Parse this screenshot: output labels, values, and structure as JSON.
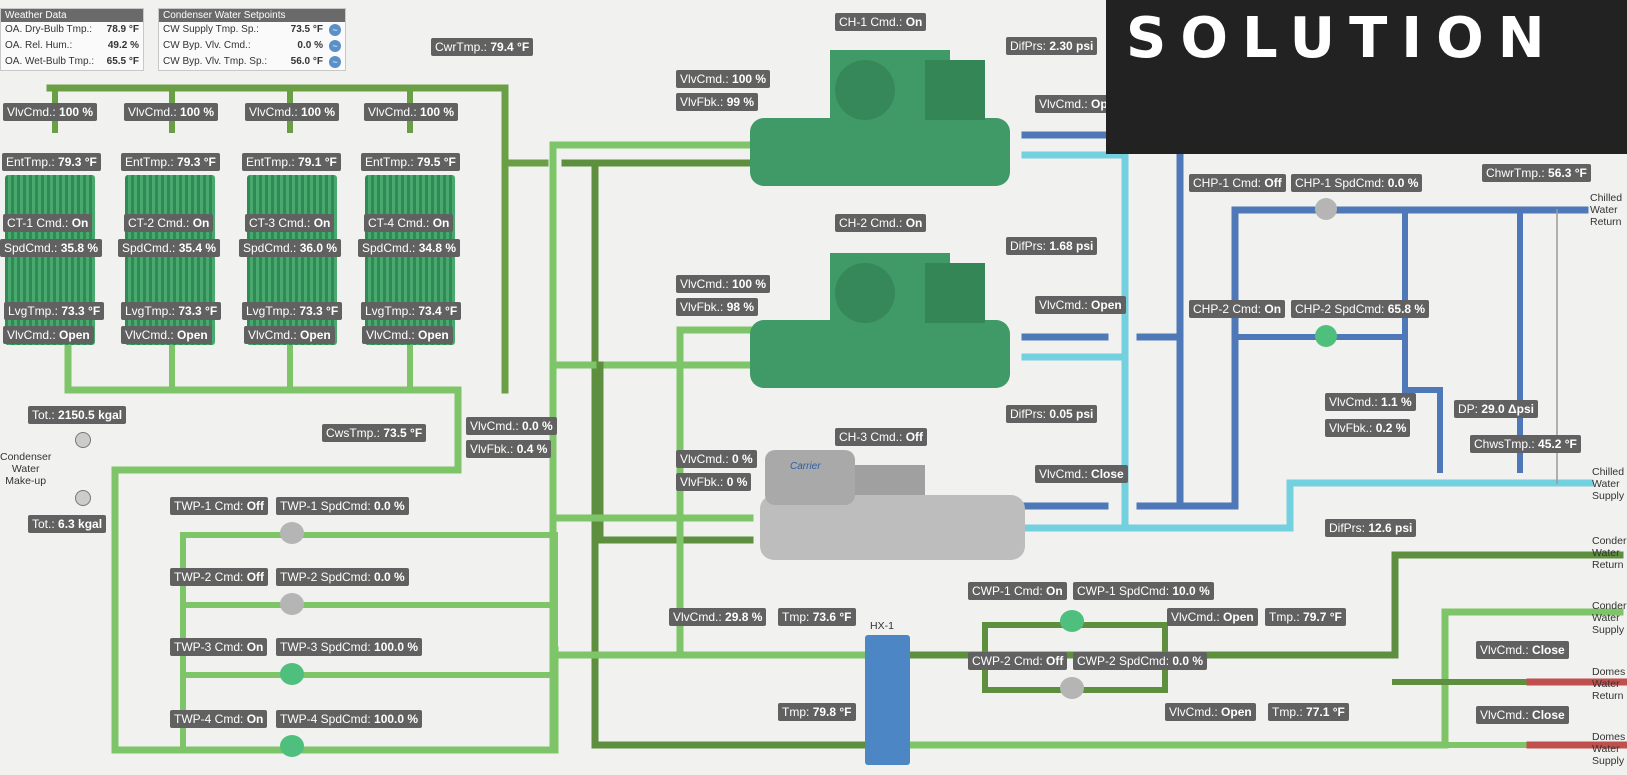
{
  "weather": {
    "header": "Weather Data",
    "rows": [
      {
        "label": "OA. Dry-Bulb Tmp.:",
        "value": "78.9 °F"
      },
      {
        "label": "OA. Rel. Hum.:",
        "value": "49.2 %"
      },
      {
        "label": "OA. Wet-Bulb Tmp.:",
        "value": "65.5 °F"
      }
    ]
  },
  "cw_setpoints": {
    "header": "Condenser Water Setpoints",
    "rows": [
      {
        "label": "CW Supply Tmp. Sp.:",
        "value": "73.5 °F"
      },
      {
        "label": "CW Byp. Vlv. Cmd.:",
        "value": "0.0 %"
      },
      {
        "label": "CW Byp. Vlv. Tmp. Sp.:",
        "value": "56.0 °F"
      }
    ]
  },
  "banner": "SOLUTION",
  "tags": {
    "cwr_tmp": {
      "k": "CwrTmp.:",
      "v": "79.4 °F"
    },
    "ct_vlv_top": [
      {
        "k": "VlvCmd.:",
        "v": "100 %"
      },
      {
        "k": "VlvCmd.:",
        "v": "100 %"
      },
      {
        "k": "VlvCmd.:",
        "v": "100 %"
      },
      {
        "k": "VlvCmd.:",
        "v": "100 %"
      }
    ],
    "ct_ent": [
      {
        "k": "EntTmp.:",
        "v": "79.3 °F"
      },
      {
        "k": "EntTmp.:",
        "v": "79.3 °F"
      },
      {
        "k": "EntTmp.:",
        "v": "79.1 °F"
      },
      {
        "k": "EntTmp.:",
        "v": "79.5 °F"
      }
    ],
    "ct_cmd": [
      {
        "k": "CT-1 Cmd.:",
        "v": "On"
      },
      {
        "k": "CT-2 Cmd.:",
        "v": "On"
      },
      {
        "k": "CT-3 Cmd.:",
        "v": "On"
      },
      {
        "k": "CT-4 Cmd.:",
        "v": "On"
      }
    ],
    "ct_spd": [
      {
        "k": "SpdCmd.:",
        "v": "35.8 %"
      },
      {
        "k": "SpdCmd.:",
        "v": "35.4 %"
      },
      {
        "k": "SpdCmd.:",
        "v": "36.0 %"
      },
      {
        "k": "SpdCmd.:",
        "v": "34.8 %"
      }
    ],
    "ct_lvg": [
      {
        "k": "LvgTmp.:",
        "v": "73.3 °F"
      },
      {
        "k": "LvgTmp.:",
        "v": "73.3 °F"
      },
      {
        "k": "LvgTmp.:",
        "v": "73.3 °F"
      },
      {
        "k": "LvgTmp.:",
        "v": "73.4 °F"
      }
    ],
    "ct_vlv_bot": [
      {
        "k": "VlvCmd.:",
        "v": "Open"
      },
      {
        "k": "VlvCmd.:",
        "v": "Open"
      },
      {
        "k": "VlvCmd.:",
        "v": "Open"
      },
      {
        "k": "VlvCmd.:",
        "v": "Open"
      }
    ],
    "tot_main": {
      "k": "Tot.:",
      "v": "2150.5 kgal"
    },
    "tot_makeup": {
      "k": "Tot.:",
      "v": "6.3 kgal"
    },
    "cws_tmp": {
      "k": "CwsTmp.:",
      "v": "73.5 °F"
    },
    "byp_vlv_cmd": {
      "k": "VlvCmd.:",
      "v": "0.0 %"
    },
    "byp_vlv_fbk": {
      "k": "VlvFbk.:",
      "v": "0.4 %"
    },
    "ch1_cmd": {
      "k": "CH-1 Cmd.:",
      "v": "On"
    },
    "ch1_vlv_cmd": {
      "k": "VlvCmd.:",
      "v": "100 %"
    },
    "ch1_vlv_fbk": {
      "k": "VlvFbk.:",
      "v": "99 %"
    },
    "ch1_difprs": {
      "k": "DifPrs:",
      "v": "2.30 psi"
    },
    "ch1_evap_vlv": {
      "k": "VlvCmd.:",
      "v": "Op"
    },
    "ch2_cmd": {
      "k": "CH-2 Cmd.:",
      "v": "On"
    },
    "ch2_vlv_cmd": {
      "k": "VlvCmd.:",
      "v": "100 %"
    },
    "ch2_vlv_fbk": {
      "k": "VlvFbk.:",
      "v": "98 %"
    },
    "ch2_difprs": {
      "k": "DifPrs:",
      "v": "1.68 psi"
    },
    "ch2_evap_vlv": {
      "k": "VlvCmd.:",
      "v": "Open"
    },
    "ch3_cmd": {
      "k": "CH-3 Cmd.:",
      "v": "Off"
    },
    "ch3_vlv_cmd": {
      "k": "VlvCmd.:",
      "v": "0 %"
    },
    "ch3_vlv_fbk": {
      "k": "VlvFbk.:",
      "v": "0 %"
    },
    "ch3_difprs": {
      "k": "DifPrs:",
      "v": "0.05 psi"
    },
    "ch3_evap_vlv": {
      "k": "VlvCmd.:",
      "v": "Close"
    },
    "chp1_cmd": {
      "k": "CHP-1 Cmd:",
      "v": "Off"
    },
    "chp1_spd": {
      "k": "CHP-1 SpdCmd:",
      "v": "0.0 %"
    },
    "chp2_cmd": {
      "k": "CHP-2 Cmd:",
      "v": "On"
    },
    "chp2_spd": {
      "k": "CHP-2 SpdCmd:",
      "v": "65.8 %"
    },
    "chwr_tmp": {
      "k": "ChwrTmp.:",
      "v": "56.3 °F"
    },
    "chw_byp_cmd": {
      "k": "VlvCmd.:",
      "v": "1.1 %"
    },
    "chw_byp_fbk": {
      "k": "VlvFbk.:",
      "v": "0.2 %"
    },
    "chw_dp": {
      "k": "DP:",
      "v": "29.0 Δpsi"
    },
    "chws_tmp": {
      "k": "ChwsTmp.:",
      "v": "45.2 °F"
    },
    "twp1_cmd": {
      "k": "TWP-1 Cmd:",
      "v": "Off"
    },
    "twp1_spd": {
      "k": "TWP-1 SpdCmd:",
      "v": "0.0 %"
    },
    "twp2_cmd": {
      "k": "TWP-2 Cmd:",
      "v": "Off"
    },
    "twp2_spd": {
      "k": "TWP-2 SpdCmd:",
      "v": "0.0 %"
    },
    "twp3_cmd": {
      "k": "TWP-3 Cmd:",
      "v": "On"
    },
    "twp3_spd": {
      "k": "TWP-3 SpdCmd:",
      "v": "100.0 %"
    },
    "twp4_cmd": {
      "k": "TWP-4 Cmd:",
      "v": "On"
    },
    "twp4_spd": {
      "k": "TWP-4 SpdCmd:",
      "v": "100.0 %"
    },
    "hx_vlv_cmd": {
      "k": "VlvCmd.:",
      "v": "29.8 %"
    },
    "hx_tmp_in": {
      "k": "Tmp:",
      "v": "73.6 °F"
    },
    "hx_tmp_out": {
      "k": "Tmp:",
      "v": "79.8 °F"
    },
    "cwp1_cmd": {
      "k": "CWP-1 Cmd:",
      "v": "On"
    },
    "cwp1_spd": {
      "k": "CWP-1 SpdCmd:",
      "v": "10.0 %"
    },
    "cwp2_cmd": {
      "k": "CWP-2 Cmd:",
      "v": "Off"
    },
    "cwp2_spd": {
      "k": "CWP-2 SpdCmd:",
      "v": "0.0 %"
    },
    "dom_vlv_open1": {
      "k": "VlvCmd.:",
      "v": "Open"
    },
    "dom_tmp1": {
      "k": "Tmp.:",
      "v": "79.7 °F"
    },
    "dom_vlv_open2": {
      "k": "VlvCmd.:",
      "v": "Open"
    },
    "dom_tmp2": {
      "k": "Tmp.:",
      "v": "77.1 °F"
    },
    "dom_difprs": {
      "k": "DifPrs:",
      "v": "12.6 psi"
    },
    "dom_ret_vlv": {
      "k": "VlvCmd.:",
      "v": "Close"
    },
    "dom_sup_vlv": {
      "k": "VlvCmd.:",
      "v": "Close"
    }
  },
  "labels": {
    "makeup": "Condenser\nWater\nMake-up",
    "hx": "HX-1",
    "carrier": "Carrier",
    "chilled_return": "Chilled\nWater\nReturn",
    "chilled_supply": "Chilled\nWater\nSupply",
    "cond_return": "Conder\nWater\nReturn",
    "cond_supply": "Conder\nWater\nSupply",
    "dom_return": "Domes\nWater\nReturn",
    "dom_supply": "Domes\nWater\nSupply"
  },
  "colors": {
    "green_pipe": "#7ec56a",
    "dark_green_pipe": "#5e8f3f",
    "blue_pipe": "#4f78b8",
    "cyan_pipe": "#73d0de",
    "red_pipe": "#c0504d",
    "chiller_on": "#3f9a67",
    "chiller_off": "#b8b8b8",
    "hx": "#4d86c4"
  }
}
